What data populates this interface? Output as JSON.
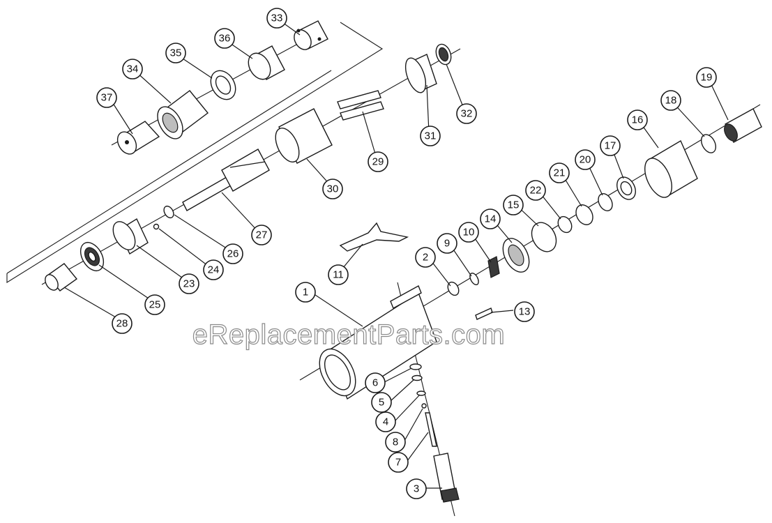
{
  "watermark": "eReplacementParts.com",
  "colors": {
    "ink": "#1a1a1a",
    "paper": "#ffffff",
    "shade": "#3a3a3a"
  },
  "callouts": [
    "1",
    "2",
    "3",
    "4",
    "5",
    "6",
    "7",
    "8",
    "9",
    "10",
    "11",
    "13",
    "14",
    "15",
    "16",
    "17",
    "18",
    "19",
    "20",
    "21",
    "22",
    "23",
    "24",
    "25",
    "26",
    "27",
    "28",
    "29",
    "30",
    "31",
    "32",
    "33",
    "34",
    "35",
    "36",
    "37"
  ]
}
